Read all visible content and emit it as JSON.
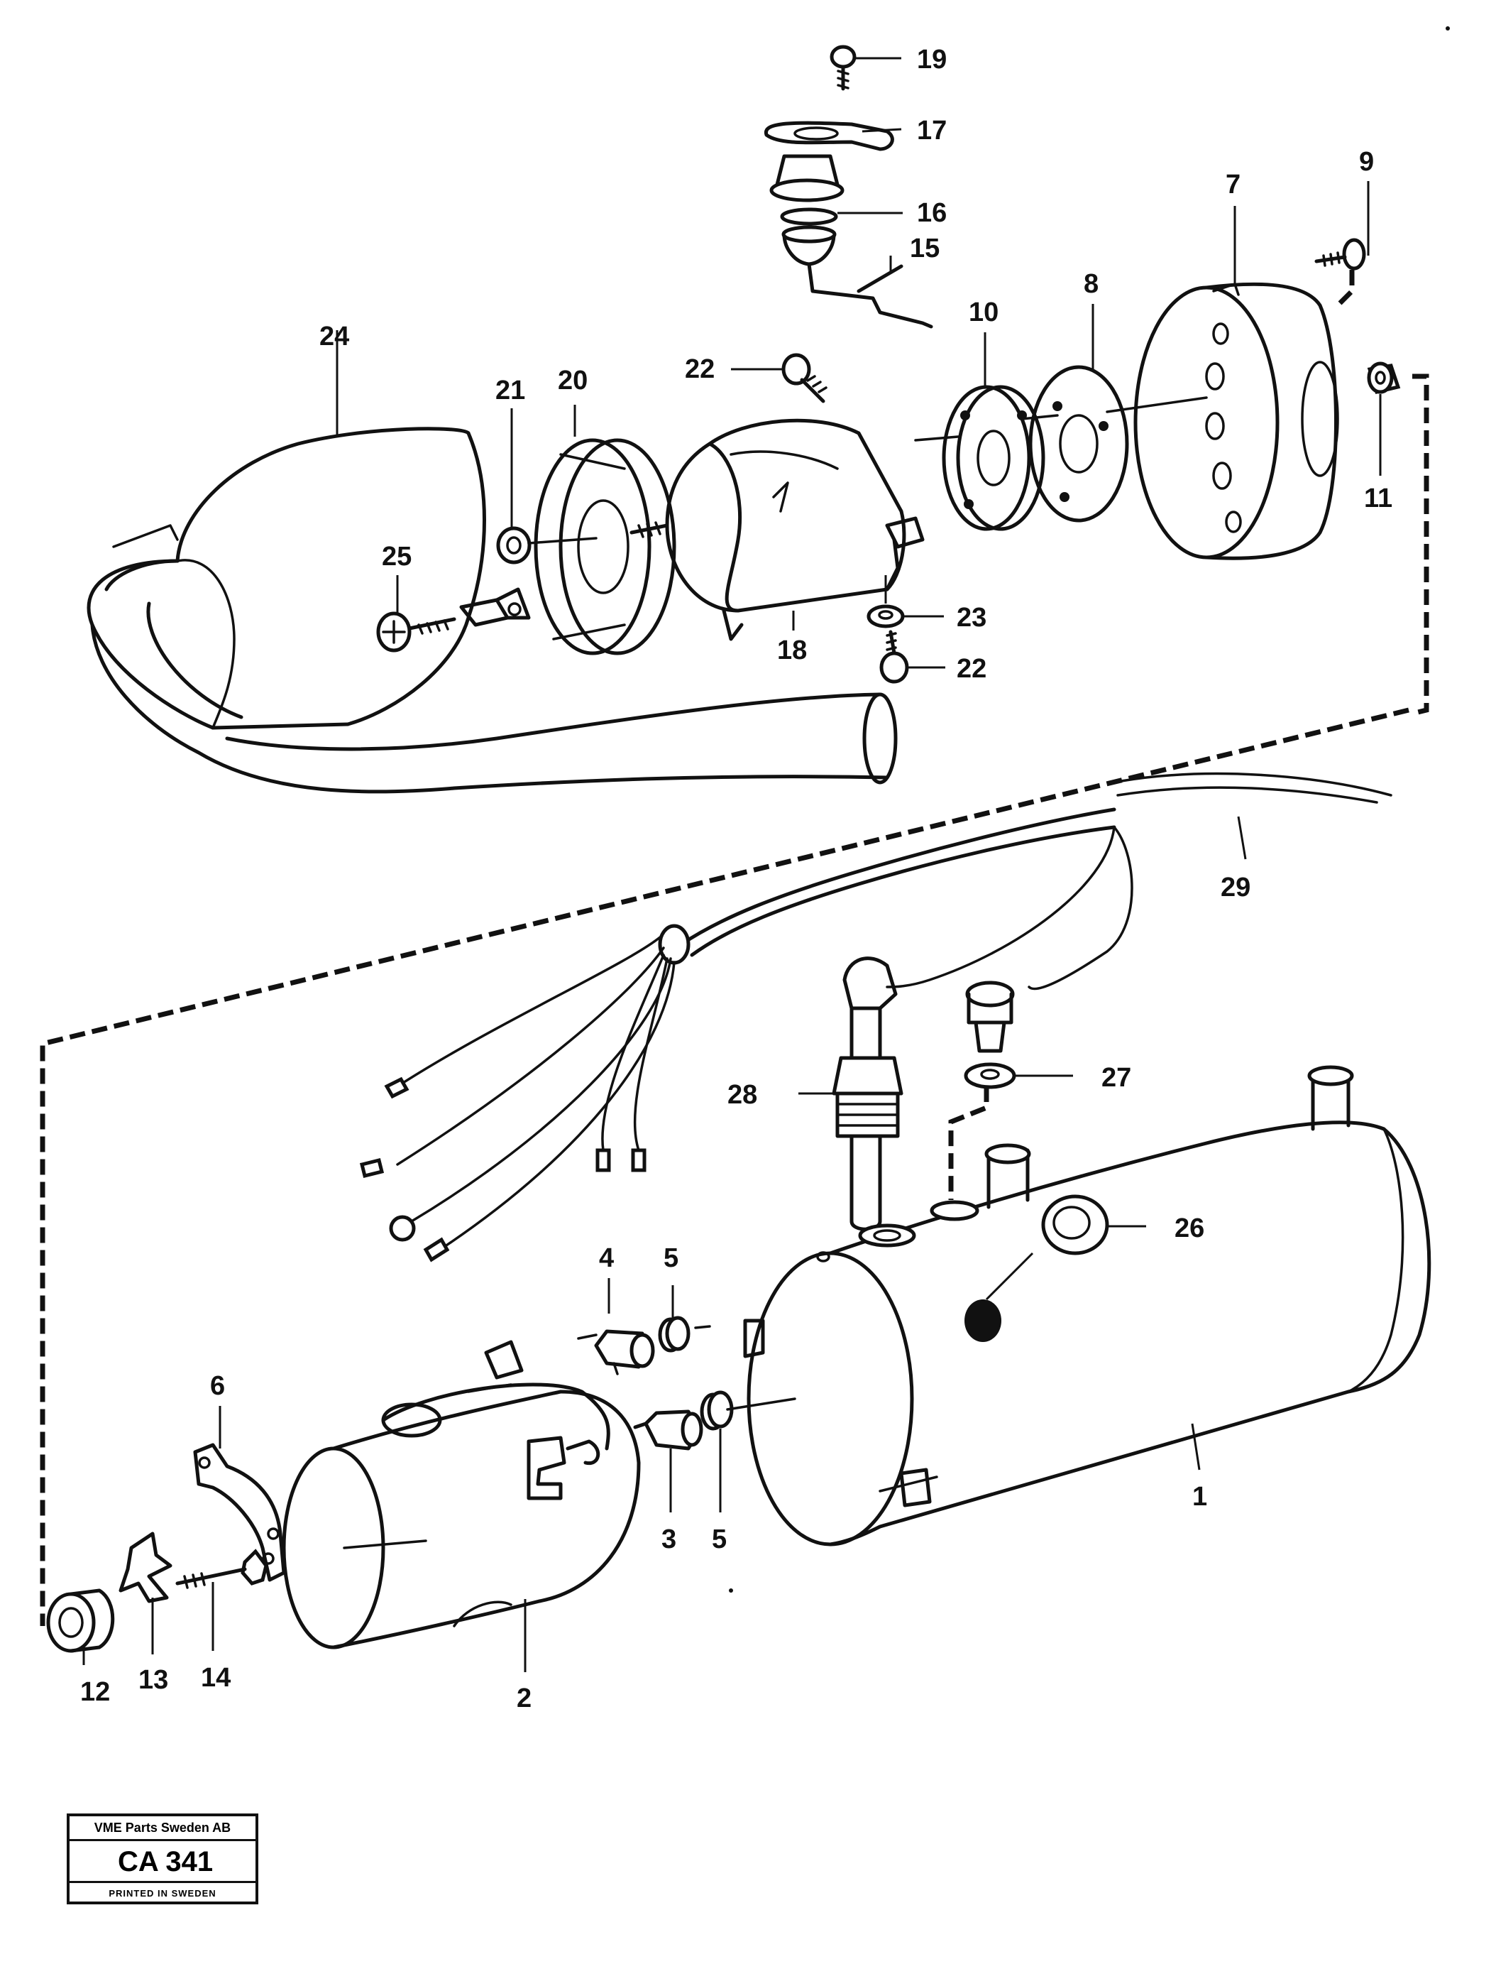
{
  "callouts": [
    "1",
    "2",
    "3",
    "4",
    "5",
    "5",
    "6",
    "7",
    "8",
    "9",
    "10",
    "11",
    "12",
    "13",
    "14",
    "15",
    "16",
    "17",
    "18",
    "19",
    "20",
    "21",
    "22",
    "22",
    "23",
    "24",
    "25",
    "26",
    "27",
    "28",
    "29"
  ],
  "stamp": {
    "company": "VME Parts Sweden AB",
    "code": "CA 341",
    "footer": "PRINTED IN SWEDEN"
  }
}
